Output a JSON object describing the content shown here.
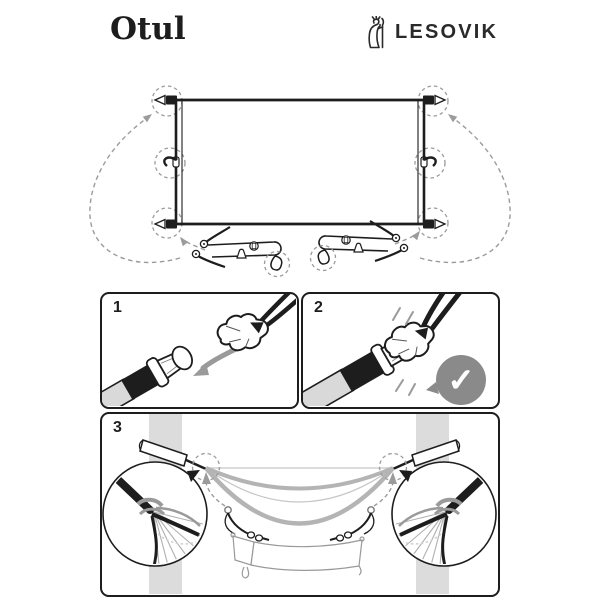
{
  "header": {
    "product_name": "Otul",
    "brand_name": "LESOVIK",
    "brand_icon": "forest-spirit-with-staff"
  },
  "steps": [
    {
      "number": "1"
    },
    {
      "number": "2"
    },
    {
      "number": "3"
    }
  ],
  "icons": {
    "check": "✓",
    "corner_attachment": "toggle",
    "side_attachment": "hook",
    "guide_marker": "dashed-circle",
    "guide_arrow": "dashed-arrow"
  },
  "colors": {
    "ink": "#1d1d1d",
    "dashed_gray": "#9b9b9b",
    "arrow_gray": "#9a9a9a",
    "tree_gray": "#dcdcdc",
    "hammock_gray": "#b4b4b4",
    "check_badge_gray": "#8a8a8a",
    "strap_light_gray": "#d9d9d9"
  }
}
